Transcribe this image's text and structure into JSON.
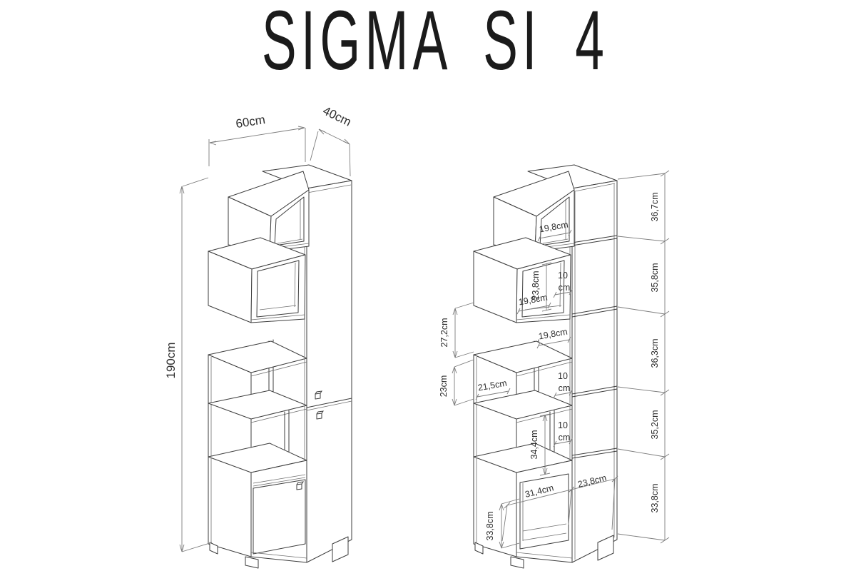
{
  "title": "SIGMA SI 4",
  "left_view": {
    "dims": {
      "width": "60cm",
      "depth": "40cm",
      "height": "190cm"
    }
  },
  "right_view": {
    "side_sections": [
      "36,7cm",
      "35,8cm",
      "36,3cm",
      "35,2cm",
      "33,8cm"
    ],
    "labels": {
      "box1_opening_width": "19,8cm",
      "box2_interior_height": "23,8cm",
      "slot1_width": "10",
      "slot1_unit": "cm",
      "box2_opening_width": "19,8cm",
      "box2_gap_height": "27,2cm",
      "box3_opening_width": "19,8cm",
      "open_gap_height": "23cm",
      "shelf4_opening_width": "21,5cm",
      "slot2_width": "10",
      "slot2_unit": "cm",
      "pillar_height": "34,4cm",
      "slot3_width": "10",
      "slot3_unit": "cm",
      "bottom_left_opening_width": "31,4cm",
      "bottom_right_opening_width": "23,8cm",
      "bottom_opening_height_left": "33,8cm"
    }
  }
}
